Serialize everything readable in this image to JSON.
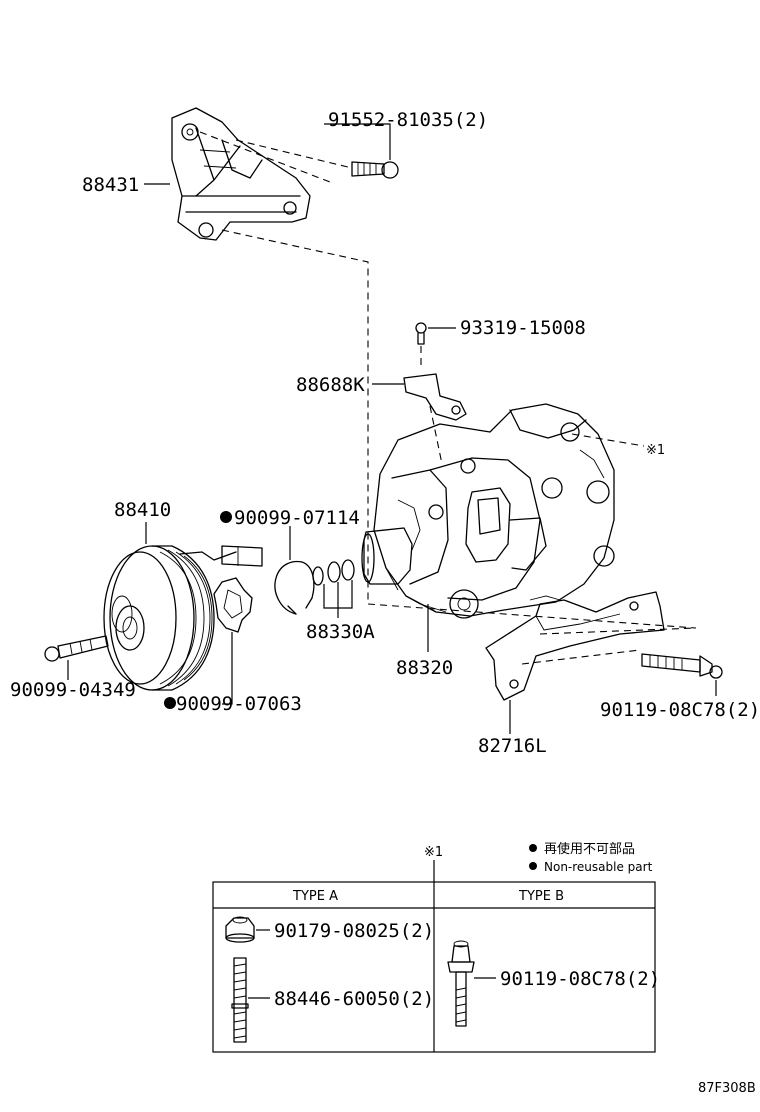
{
  "callouts": {
    "bracket_top": "88431",
    "bolt_top": "91552-81035(2)",
    "screw_small": "93319-15008",
    "bracket_small": "88688K",
    "note_ref": "※1",
    "clutch": "88410",
    "snap_ring": "90099-07114",
    "o_rings": "88330A",
    "compressor": "88320",
    "bolt_clutch": "90099-04349",
    "shim": "90099-07063",
    "bolt_right": "90119-08C78(2)",
    "bracket_lower": "82716L"
  },
  "legend": {
    "ref": "※1",
    "nonreusable_ja": "再使用不可部品",
    "nonreusable_en": "Non-reusable part"
  },
  "table": {
    "type_a": "TYPE A",
    "type_b": "TYPE B",
    "a_nut": "90179-08025(2)",
    "a_stud": "88446-60050(2)",
    "b_bolt": "90119-08C78(2)"
  },
  "figure_code": "87F308B"
}
